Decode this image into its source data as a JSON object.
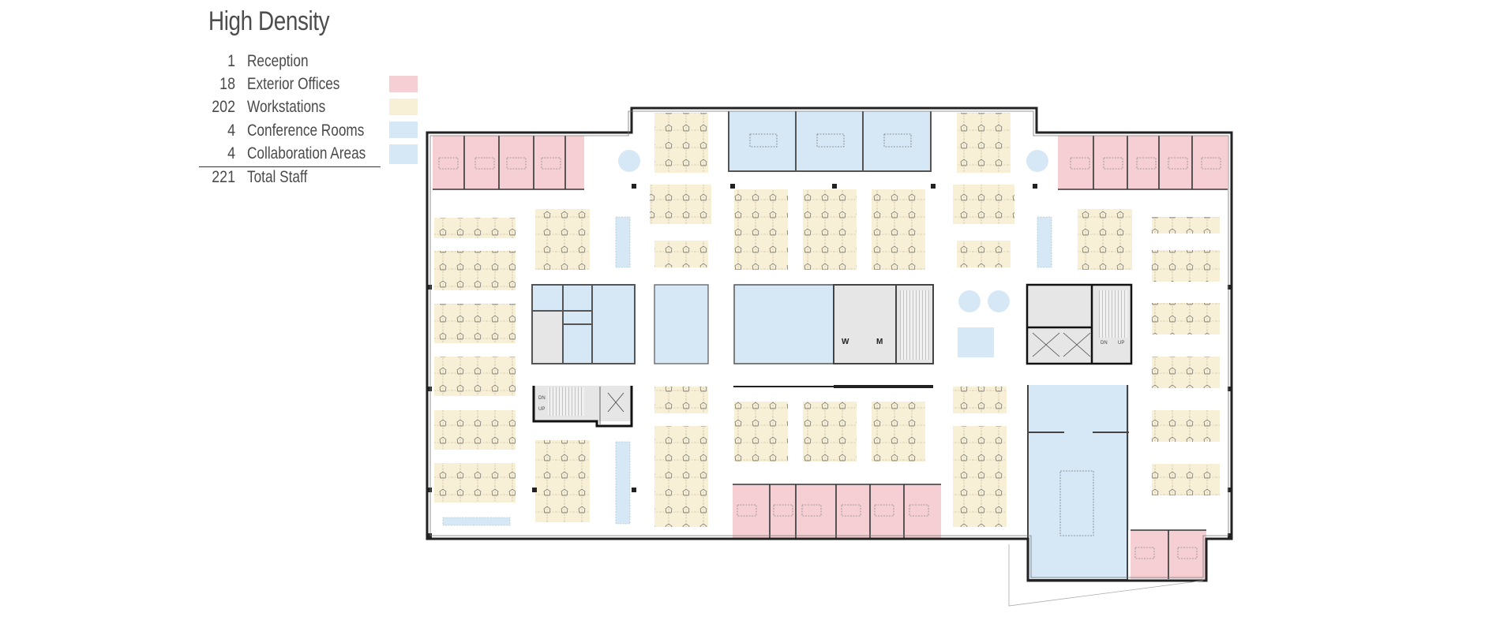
{
  "title": "High Density",
  "legend": {
    "rows": [
      {
        "count": "1",
        "label": "Reception",
        "swatch": null
      },
      {
        "count": "18",
        "label": "Exterior Offices",
        "swatch": "#F6CFD4"
      },
      {
        "count": "202",
        "label": "Workstations",
        "swatch": "#F8F0D6"
      },
      {
        "count": "4",
        "label": "Conference Rooms",
        "swatch": "#D6E8F6"
      },
      {
        "count": "4",
        "label": "Collaboration Areas",
        "swatch": "#D6E8F6"
      }
    ],
    "total": {
      "count": "221",
      "label": "Total Staff"
    }
  },
  "colors": {
    "office": "#F6CFD4",
    "workstation": "#F8F0D6",
    "conference": "#D6E8F6",
    "core": "#E6E6E6",
    "wall": "#222222",
    "line": "#9a9a9a"
  },
  "plan_labels": {
    "restroom_women": "W",
    "restroom_men": "M",
    "stair_down": "DN",
    "stair_up": "UP"
  },
  "chart_data": {
    "type": "table",
    "title": "High Density",
    "rows": [
      {
        "count": 1,
        "category": "Reception"
      },
      {
        "count": 18,
        "category": "Exterior Offices"
      },
      {
        "count": 202,
        "category": "Workstations"
      },
      {
        "count": 4,
        "category": "Conference Rooms"
      },
      {
        "count": 4,
        "category": "Collaboration Areas"
      }
    ],
    "total": {
      "count": 221,
      "category": "Total Staff"
    }
  }
}
